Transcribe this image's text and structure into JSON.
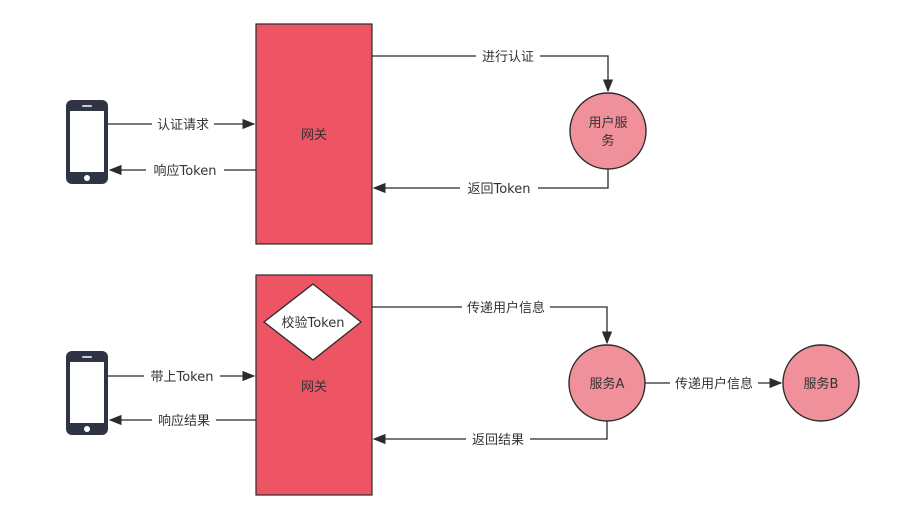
{
  "colors": {
    "gateway_fill": "#ed5565",
    "service_fill": "#f0909a",
    "stroke": "#2b2b2b",
    "phone_body": "#2f3445",
    "phone_screen": "#ffffff"
  },
  "top_flow": {
    "gateway_label": "网关",
    "user_service_label_line1": "用户服",
    "user_service_label_line2": "务",
    "edges": {
      "auth_request": "认证请求",
      "response_token": "响应Token",
      "perform_auth": "进行认证",
      "return_token": "返回Token"
    }
  },
  "bottom_flow": {
    "gateway_label": "网关",
    "validate_label": "校验Token",
    "service_a_label": "服务A",
    "service_b_label": "服务B",
    "edges": {
      "carry_token": "带上Token",
      "response_result": "响应结果",
      "pass_user_info_gateway": "传递用户信息",
      "pass_user_info_service": "传递用户信息",
      "return_result": "返回结果"
    }
  }
}
